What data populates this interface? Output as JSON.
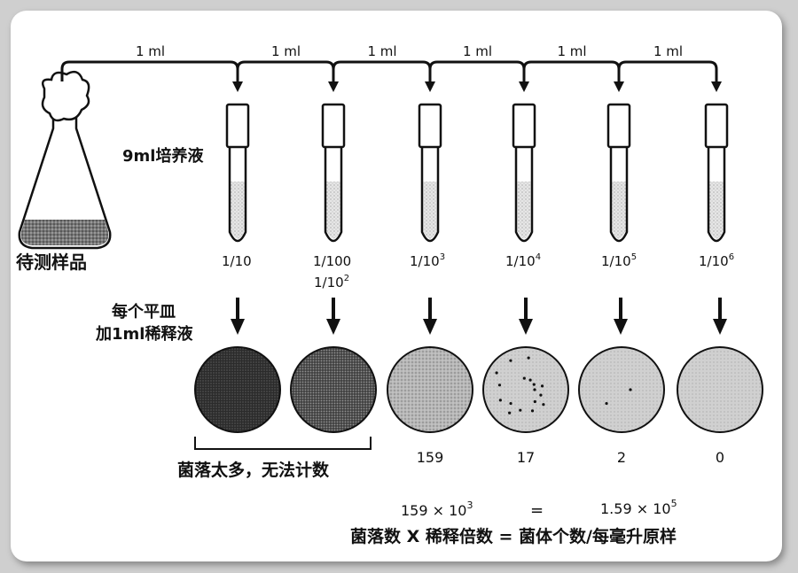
{
  "transfer_label": "1 ml",
  "sample_label": "待测样品",
  "broth_label": "9ml培养液",
  "plating_label_line1": "每个平皿",
  "plating_label_line2": "加1ml稀释液",
  "dilutions": [
    {
      "base": "1/10",
      "exp": ""
    },
    {
      "base": "1/100",
      "exp": ""
    },
    {
      "base": "1/10",
      "exp": "3"
    },
    {
      "base": "1/10",
      "exp": "4"
    },
    {
      "base": "1/10",
      "exp": "5"
    },
    {
      "base": "1/10",
      "exp": "6"
    }
  ],
  "alt_dilution": {
    "base": "1/10",
    "exp": "2"
  },
  "too_many_label": "菌落太多，无法计数",
  "colony_counts": [
    "159",
    "17",
    "2",
    "0"
  ],
  "calc": {
    "lhs": "159 × 10",
    "lhs_exp": "3",
    "equals": "=",
    "rhs": "1.59 × 10",
    "rhs_exp": "5"
  },
  "formula": "菌落数 X 稀释倍数 = 菌体个数/每毫升原样"
}
